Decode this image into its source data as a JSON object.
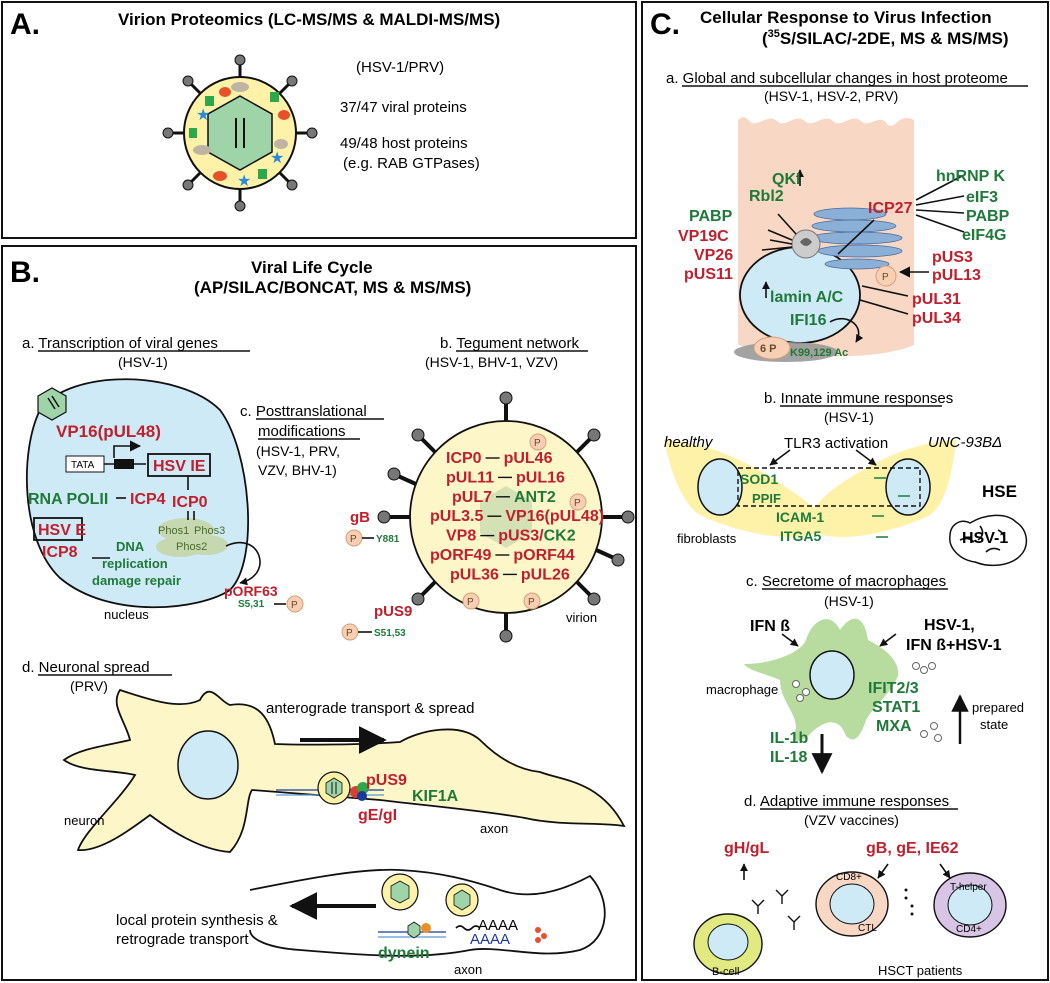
{
  "panel_a": {
    "letter": "A.",
    "title": "Virion Proteomics (LC-MS/MS & MALDI-MS/MS)",
    "virus": "(HSV-1/PRV)",
    "viral_proteins": "37/47 viral proteins",
    "host_proteins": "49/48 host proteins",
    "host_example": "(e.g. RAB GTPases)"
  },
  "panel_b": {
    "letter": "B.",
    "title1": "Viral Life Cycle",
    "title2": "(AP/SILAC/BONCAT, MS & MS/MS)",
    "transcription": {
      "heading": "a. Transcription of viral genes",
      "virus": "(HSV-1)",
      "vp16": "VP16(pUL48)",
      "tata": "TATA",
      "hsv_ie": "HSV IE",
      "rna_pol": "RNA POLII",
      "icp4": "ICP4",
      "icp0": "ICP0",
      "phos1": "Phos1",
      "phos2": "Phos2",
      "phos3": "Phos3",
      "hsv_e": "HSV E",
      "icp8": "ICP8",
      "dna1": "DNA",
      "dna2": "replication",
      "dna3": "damage repair",
      "nucleus": "nucleus",
      "porf63": "pORF63",
      "s531": "S5,31"
    },
    "ptm": {
      "heading1": "c. Posttranslational",
      "heading2": "modifications",
      "virus1": "(HSV-1, PRV,",
      "virus2": "VZV, BHV-1)",
      "gb": "gB",
      "y881": "Y881",
      "pus9": "pUS9",
      "s5153": "S51,53",
      "p": "P"
    },
    "tegument": {
      "heading": "b. Tegument network",
      "virus": "(HSV-1, BHV-1, VZV)",
      "rows": [
        [
          "ICP0",
          "pUL46"
        ],
        [
          "pUL11",
          "pUL16"
        ],
        [
          "pUL7",
          "ANT2"
        ],
        [
          "pUL3.5",
          "VP16(pUL48)"
        ],
        [
          "VP8",
          "pUS3/CK2"
        ],
        [
          "pORF49",
          "pORF44"
        ],
        [
          "pUL36",
          "pUL26"
        ]
      ],
      "virion": "virion"
    },
    "neuronal": {
      "heading": "d. Neuronal spread",
      "virus": "(PRV)",
      "antero": "anterograde transport & spread",
      "neuron": "neuron",
      "pus9": "pUS9",
      "ge": "gE/gI",
      "kif1a": "KIF1A",
      "axon1": "axon",
      "local1": "local protein synthesis &",
      "local2": "retrograde transport",
      "dynein": "dynein",
      "aaaa": "AAAA",
      "axon2": "axon"
    }
  },
  "panel_c": {
    "letter": "C.",
    "title1": "Cellular Response to Virus Infection",
    "title2_sup": "35",
    "title2_rest": "S/SILAC/-2DE, MS & MS/MS)",
    "title2_open": "(",
    "global": {
      "heading": "a. Global and subcellular changes in host proteome",
      "virus": "(HSV-1, HSV-2, PRV)",
      "rbl2": "Rbl2",
      "qki": "QKI",
      "pabp_l": "PABP",
      "vp19c": "VP19C",
      "vp26": "VP26",
      "pus11": "pUS11",
      "hnrnpk": "hnRNP K",
      "eif3": "eIF3",
      "icp27": "ICP27",
      "pabp_r": "PABP",
      "eif4g": "eIF4G",
      "pus3": "pUS3",
      "pul13": "pUL13",
      "lamin": "lamin A/C",
      "pul31": "pUL31",
      "pul34": "pUL34",
      "ifi16": "IFI16",
      "six_p": "6 P",
      "k99": "K99,129 Ac"
    },
    "innate": {
      "heading": "b. Innate immune responses",
      "virus": "(HSV-1)",
      "healthy": "healthy",
      "tlr3": "TLR3 activation",
      "unc": "UNC-93BΔ",
      "sod1": "SOD1",
      "ppif": "PPIF",
      "icam": "ICAM-1",
      "itga5": "ITGA5",
      "hse": "HSE",
      "hsv1": "HSV-1",
      "fibroblasts": "fibroblasts"
    },
    "secretome": {
      "heading": "c. Secretome of macrophages",
      "virus": "(HSV-1)",
      "ifnb": "IFN ß",
      "hsv1": "HSV-1,",
      "ifnb_hsv": "IFN ß+HSV-1",
      "macrophage": "macrophage",
      "ifit": "IFIT2/3",
      "stat1": "STAT1",
      "mxa": "MXA",
      "prepared1": "prepared",
      "prepared2": "state",
      "il1b": "IL-1b",
      "il18": "IL-18"
    },
    "adaptive": {
      "heading": "d. Adaptive immune responses",
      "virus": "(VZV vaccines)",
      "ghgl": "gH/gL",
      "gbge": "gB, gE, IE62",
      "bcell": "B-cell",
      "cd8": "CD8+",
      "ctl": "CTL",
      "thelper": "T-helper",
      "cd4": "CD4+",
      "hsct": "HSCT patients"
    }
  },
  "colors": {
    "red": "#c0202e",
    "green": "#1f7a3a",
    "cell_yellow": "#fdf6c8",
    "nucleus_blue": "#cfeaf7",
    "capsid_green": "#9fd4a8",
    "host_peach": "#f8d7c4"
  }
}
